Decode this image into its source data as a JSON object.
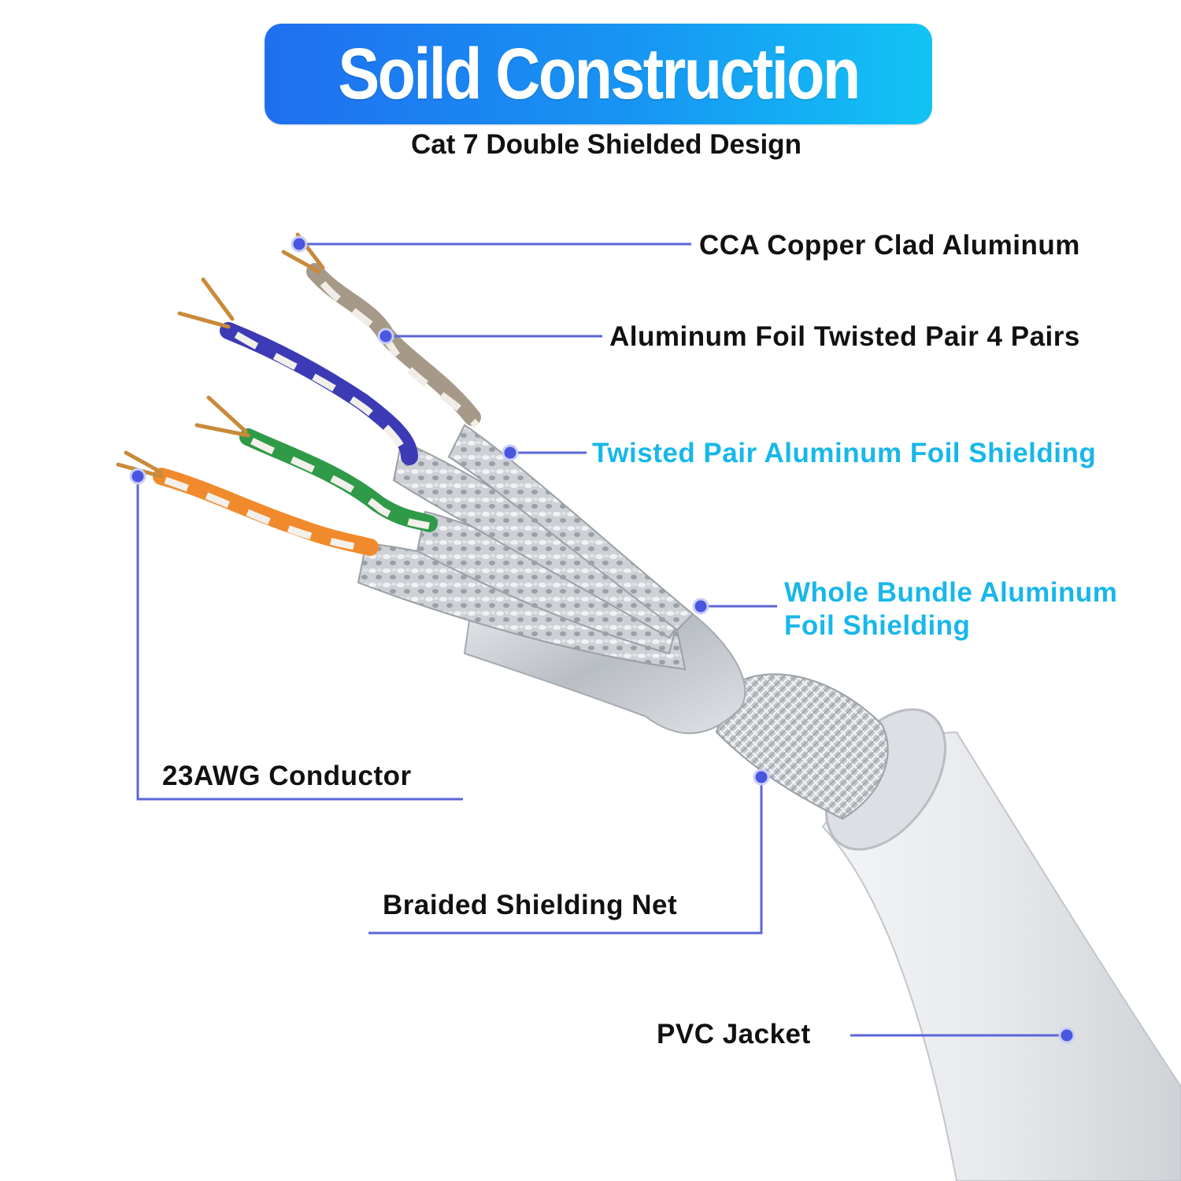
{
  "header": {
    "title": "Soild Construction",
    "subtitle": "Cat 7 Double Shielded Design"
  },
  "colors": {
    "banner_start": "#1f6ff0",
    "banner_end": "#12c3f4",
    "leader_line": "#5b66d8",
    "highlight_text": "#18b7ea",
    "jacket": "#e3e5e8",
    "foil": "#c9cdd2"
  },
  "labels": {
    "cca": "CCA Copper Clad Aluminum",
    "foil_pairs": "Aluminum Foil Twisted Pair 4 Pairs",
    "pair_shield": "Twisted Pair Aluminum Foil Shielding",
    "bundle_shield": "Whole Bundle Aluminum Foil Shielding",
    "conductor": "23AWG Conductor",
    "braid": "Braided Shielding Net",
    "jacket": "PVC Jacket"
  },
  "wire_pairs": [
    "brown",
    "blue",
    "green",
    "orange"
  ]
}
